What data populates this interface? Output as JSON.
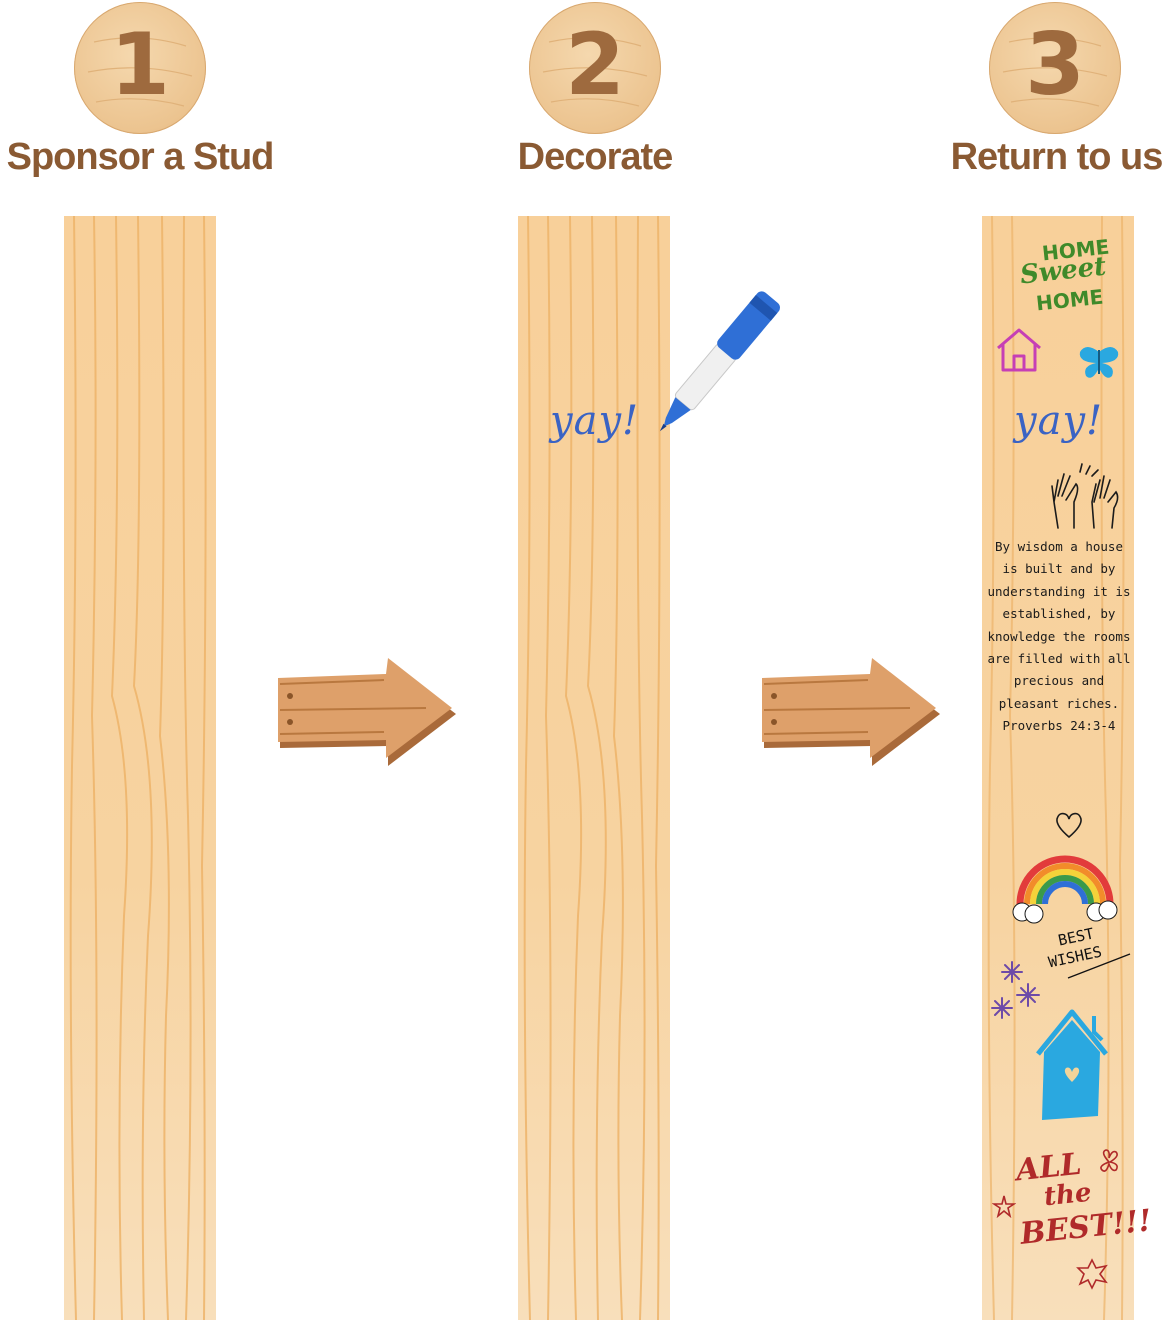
{
  "steps": [
    {
      "number": "1",
      "title": "Sponsor a Stud"
    },
    {
      "number": "2",
      "title": "Decorate"
    },
    {
      "number": "3",
      "title": "Return to us"
    }
  ],
  "decorations": {
    "yay_text": "yay!",
    "home_line1": "HOME",
    "home_line2": "Sweet",
    "home_line3": "HOME",
    "verse": "By wisdom a house is built and by understanding it is established, by knowledge the rooms are filled with all precious and pleasant riches. Proverbs 24:3-4",
    "best_wishes_line1": "BEST",
    "best_wishes_line2": "WISHES",
    "all_the_best_line1": "ALL",
    "all_the_best_line2": "the",
    "all_the_best_line3": "BEST!!!"
  },
  "colors": {
    "title_brown": "#8a5a33",
    "wood_light": "#f8d09a",
    "wood_grain": "#eeb46a",
    "arrow_wood": "#d9975a",
    "marker_blue": "#2f6fd6",
    "ink_blue": "#3a63c4"
  },
  "icons": [
    "wood-badge",
    "wooden-arrow-sign",
    "blue-marker",
    "house-outline",
    "butterfly",
    "high-five-hands",
    "heart-outline",
    "rainbow",
    "sparkles",
    "birdhouse",
    "star-doodle"
  ]
}
